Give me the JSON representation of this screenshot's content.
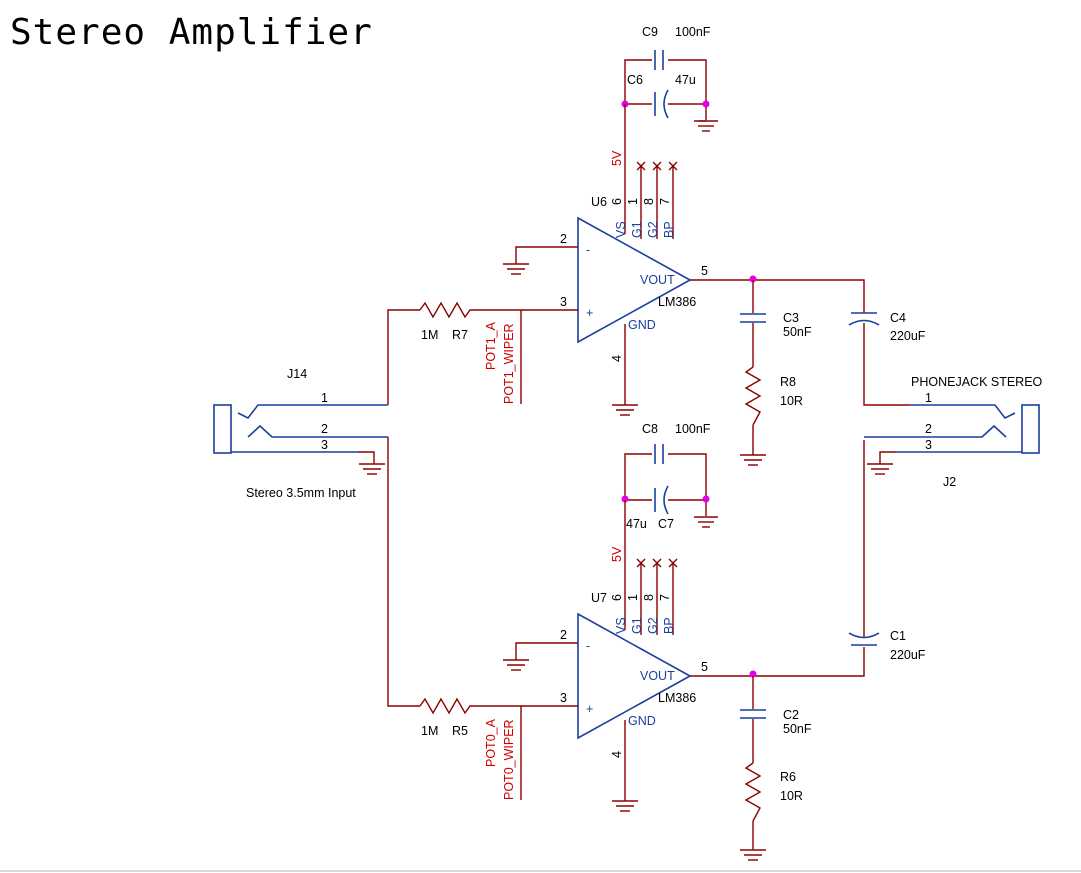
{
  "title": "Stereo Amplifier",
  "colors": {
    "wire": "#8b0000",
    "component": "#1a3fa0",
    "net_label": "#cc0000",
    "junction": "#e600e6",
    "text": "#000000"
  },
  "amp_top": {
    "ref": "U6",
    "part": "LM386",
    "pins": {
      "p6": "6",
      "p1": "1",
      "p8": "8",
      "p7": "7",
      "p2": "2",
      "p3": "3",
      "p4": "4",
      "p5": "5"
    },
    "pin_names": {
      "vs": "VS",
      "g1": "G1",
      "g2": "G2",
      "bp": "BP",
      "vout": "VOUT",
      "gnd": "GND",
      "minus": "-",
      "plus": "+"
    },
    "supply": "5V"
  },
  "amp_bottom": {
    "ref": "U7",
    "part": "LM386",
    "pins": {
      "p6": "6",
      "p1": "1",
      "p8": "8",
      "p7": "7",
      "p2": "2",
      "p3": "3",
      "p4": "4",
      "p5": "5"
    },
    "pin_names": {
      "vs": "VS",
      "g1": "G1",
      "g2": "G2",
      "bp": "BP",
      "vout": "VOUT",
      "gnd": "GND",
      "minus": "-",
      "plus": "+"
    },
    "supply": "5V"
  },
  "caps": {
    "c9": {
      "ref": "C9",
      "value": "100nF"
    },
    "c6": {
      "ref": "C6",
      "value": "47u"
    },
    "c3": {
      "ref": "C3",
      "value": "50nF"
    },
    "c4": {
      "ref": "C4",
      "value": "220uF"
    },
    "c8": {
      "ref": "C8",
      "value": "100nF"
    },
    "c7": {
      "ref": "C7",
      "value": "47u"
    },
    "c1": {
      "ref": "C1",
      "value": "220uF"
    },
    "c2": {
      "ref": "C2",
      "value": "50nF"
    }
  },
  "resistors": {
    "r7": {
      "ref": "R7",
      "value": "1M"
    },
    "r5": {
      "ref": "R5",
      "value": "1M"
    },
    "r8": {
      "ref": "R8",
      "value": "10R"
    },
    "r6": {
      "ref": "R6",
      "value": "10R"
    }
  },
  "nets": {
    "pot1_a": "POT1_A",
    "pot1_wiper": "POT1_WIPER",
    "pot0_a": "POT0_A",
    "pot0_wiper": "POT0_WIPER"
  },
  "connectors": {
    "input": {
      "ref": "J14",
      "caption": "Stereo 3.5mm Input",
      "pins": [
        "1",
        "2",
        "3"
      ]
    },
    "output": {
      "ref": "J2",
      "caption": "PHONEJACK STEREO",
      "pins": [
        "1",
        "2",
        "3"
      ]
    }
  }
}
